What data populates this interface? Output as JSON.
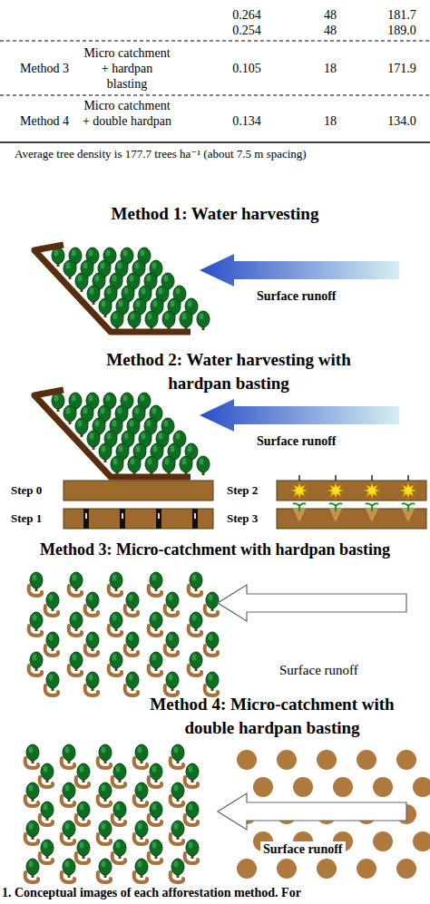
{
  "diagram": {
    "caption": "1. Conceptual images of each afforestation method. For",
    "labels": [
      "0.264",
      "48",
      "181.7",
      "0.254",
      "48",
      "189.0",
      "Method 3",
      "Micro catchment + hardpan blasting",
      "0.105",
      "18",
      "171.9",
      "Method 4",
      "Micro catchment + double hardpan",
      "0.134",
      "18",
      "134.0",
      "Average tree density is 177.7 trees ha⁻¹ (about 7.5 m spacing)",
      "Method 1: Water harvesting",
      "Surface runoff",
      "Method 2: Water harvesting with hardpan basting",
      "Surface runoff",
      "Step 0",
      "Step 2",
      "Step 1",
      "Step 3",
      "Method 3: Micro-catchment with hardpan basting",
      "Surface runoff",
      "Method 4: Micro-catchment with double hardpan basting",
      "Surface runoff"
    ]
  }
}
